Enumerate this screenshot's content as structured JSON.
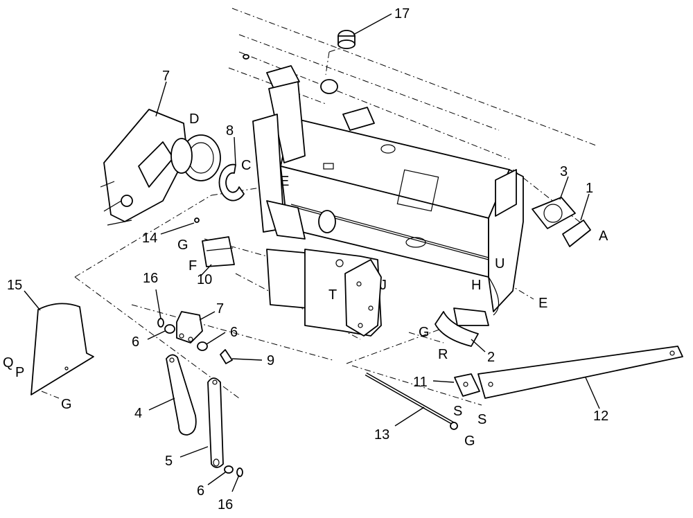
{
  "callouts": {
    "c1": "1",
    "c2": "2",
    "c3": "3",
    "c4": "4",
    "c5": "5",
    "c6a": "6",
    "c6b": "6",
    "c6c": "6",
    "c7a": "7",
    "c7b": "7",
    "c8": "8",
    "c9": "9",
    "c10": "10",
    "c11": "11",
    "c12": "12",
    "c13": "13",
    "c14": "14",
    "c15": "15",
    "c16a": "16",
    "c16b": "16",
    "c17": "17"
  },
  "letters": {
    "A": "A",
    "C": "C",
    "D": "D",
    "E1": "E",
    "E2": "E",
    "F": "F",
    "G1": "G",
    "G2": "G",
    "G3": "G",
    "G4": "G",
    "H": "H",
    "J": "J",
    "P": "P",
    "Q": "Q",
    "R": "R",
    "S1": "S",
    "S2": "S",
    "T": "T",
    "U": "U"
  }
}
